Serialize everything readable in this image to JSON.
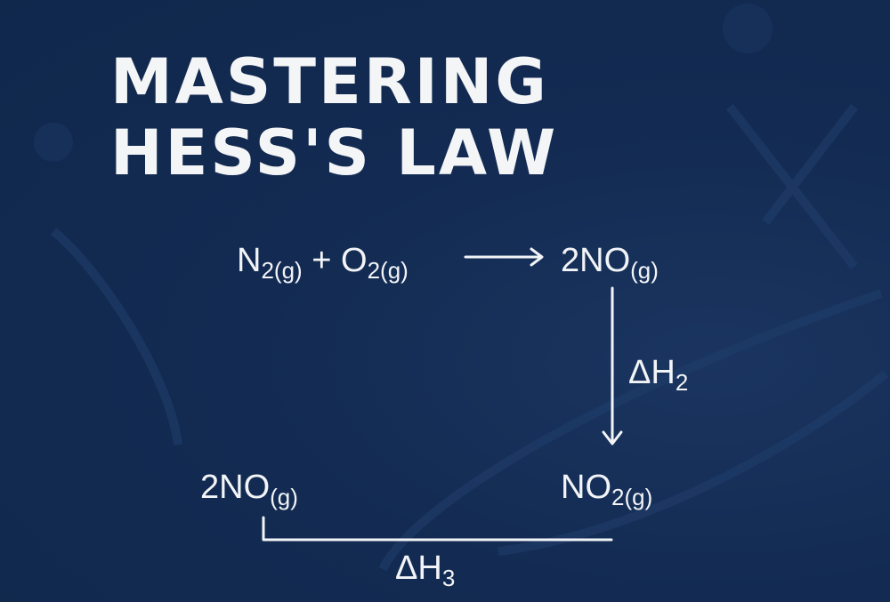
{
  "title": {
    "line1": "MASTERING",
    "line2": "HESS'S LAW"
  },
  "diagram": {
    "reactant1": {
      "formula": "N",
      "sub": "2(g)"
    },
    "plus": "+",
    "reactant2": {
      "formula": "O",
      "sub": "2(g)"
    },
    "product_top": {
      "formula": "2NO",
      "sub": "(g)"
    },
    "product_right": {
      "formula": "NO",
      "sub": "2(g)"
    },
    "product_left": {
      "formula": "2NO",
      "sub": "(g)"
    },
    "delta_h2": {
      "symbol": "ΔH",
      "sub": "2"
    },
    "delta_h3": {
      "symbol": "ΔH",
      "sub": "3"
    }
  },
  "colors": {
    "background": "#132b52",
    "text": "#f2f4f7"
  }
}
